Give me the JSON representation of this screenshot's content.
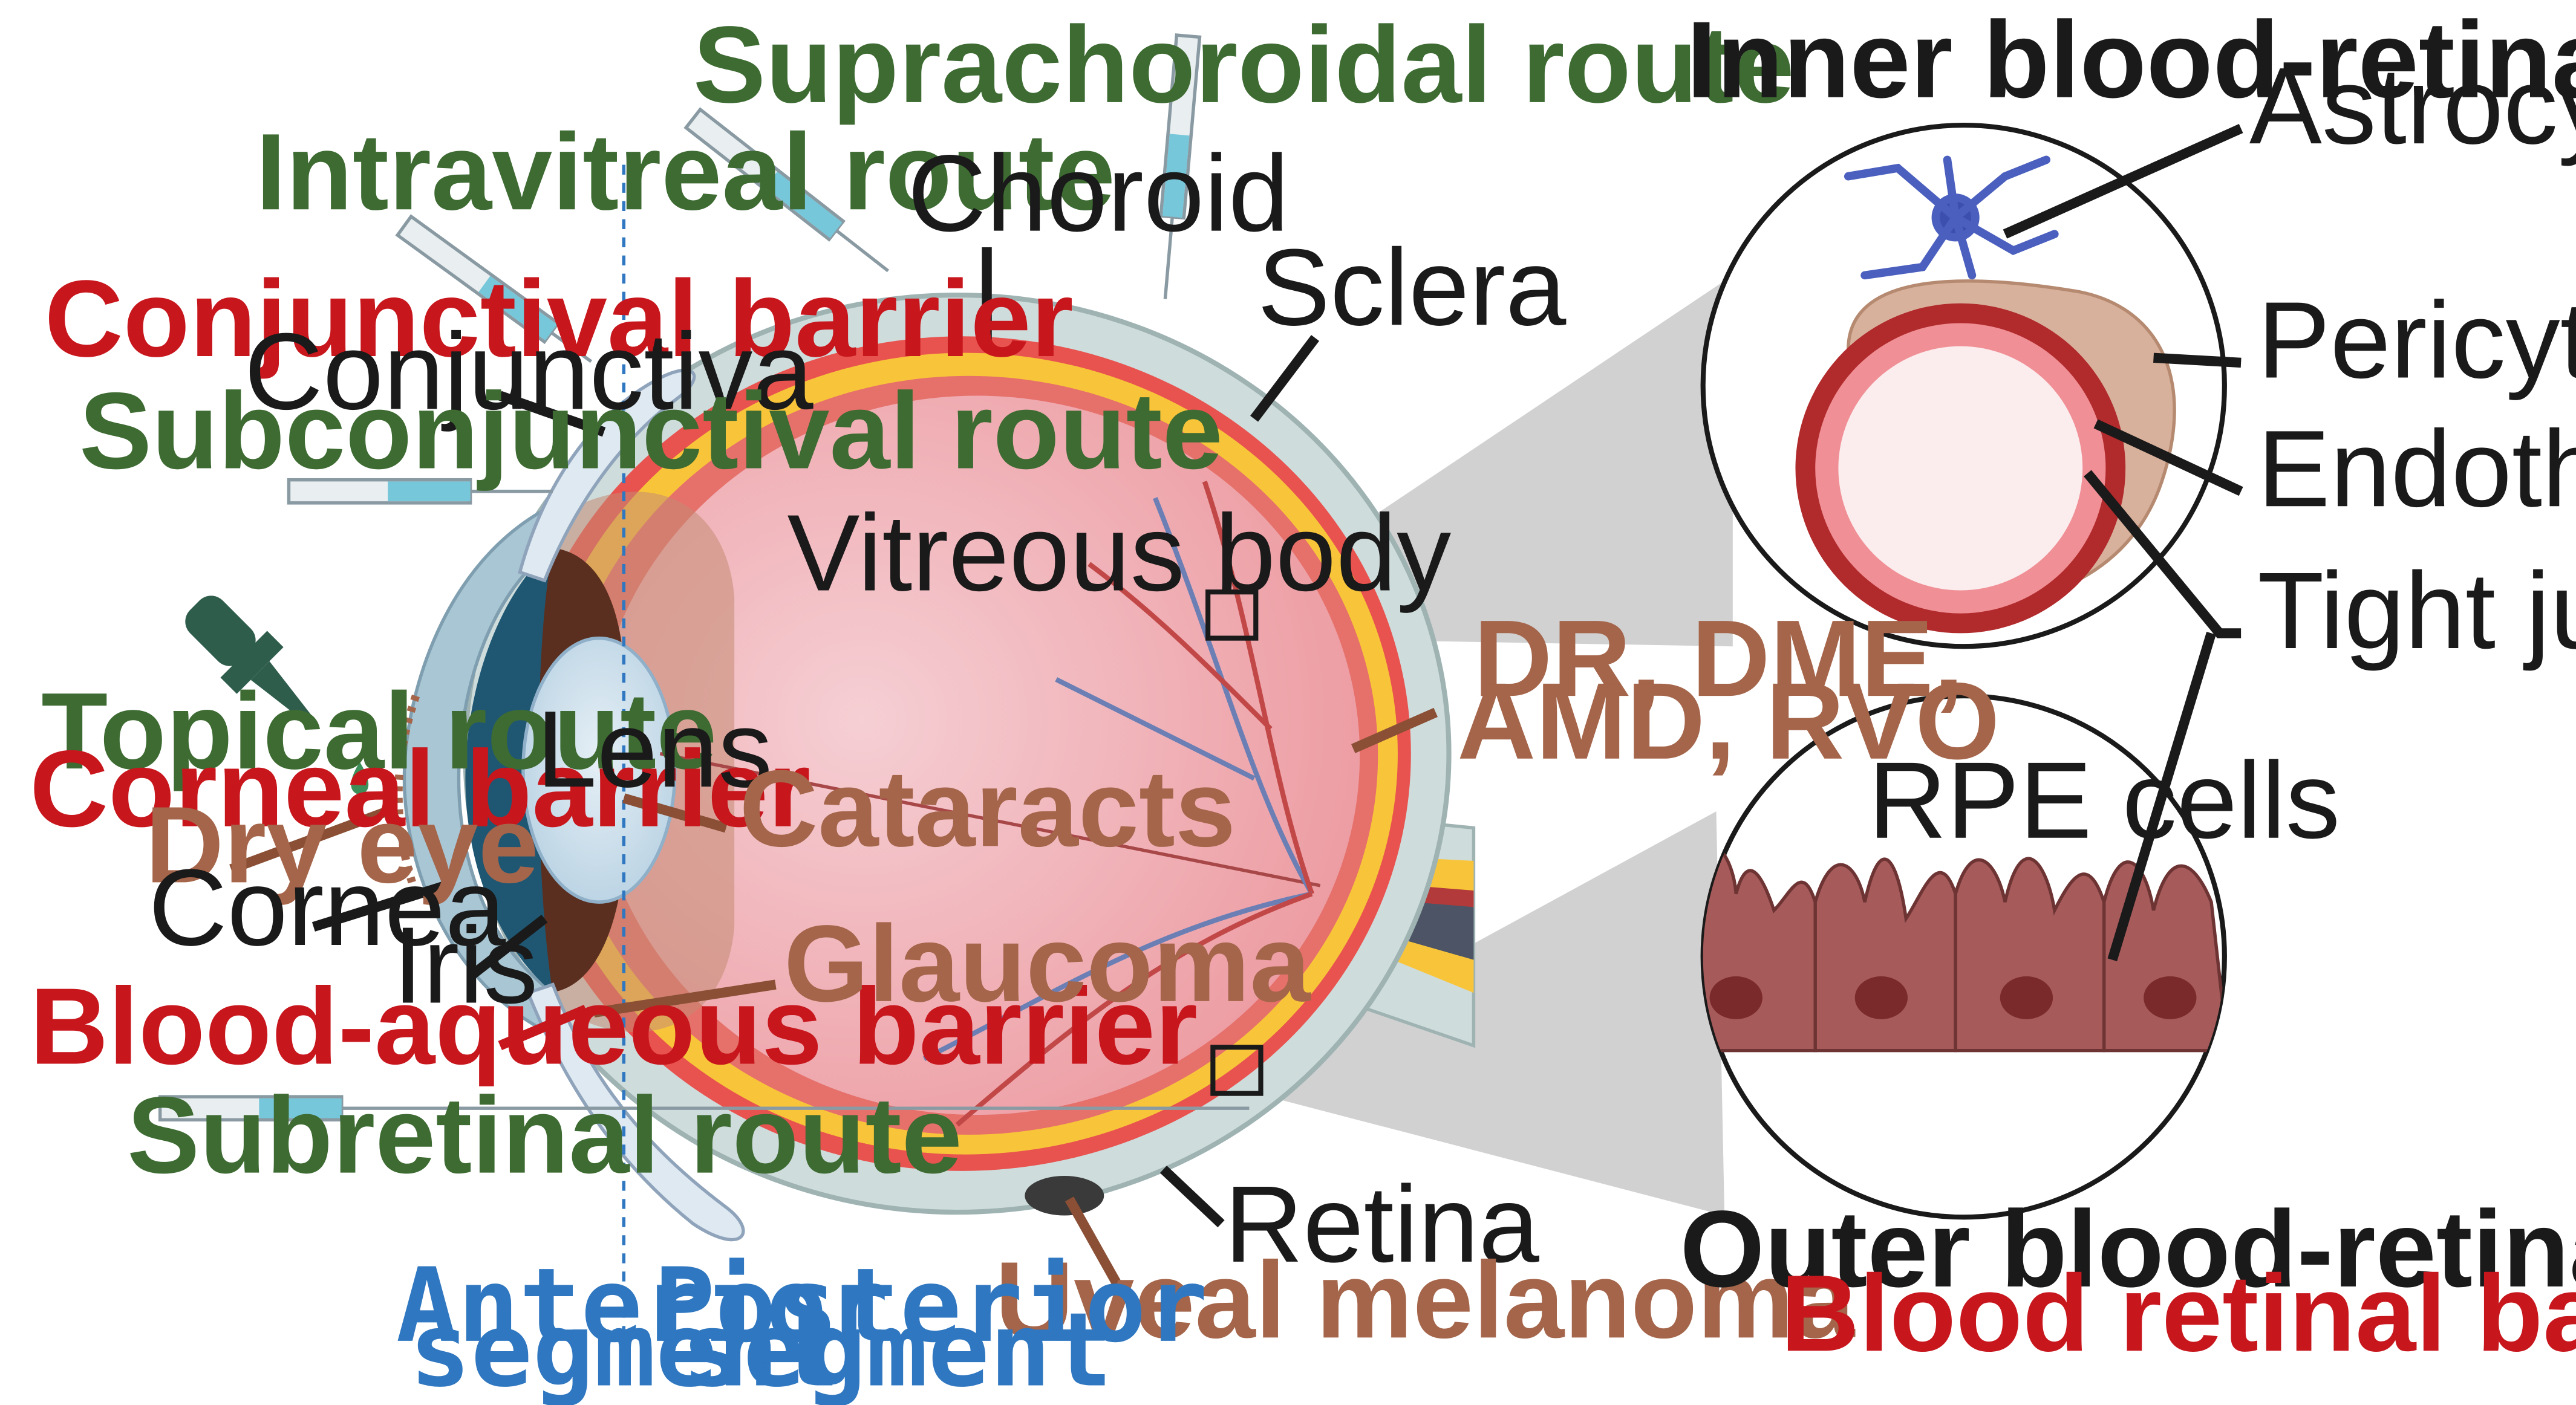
{
  "routes": {
    "suprachoroidal": "Suprachoroidal route",
    "intravitreal": "Intravitreal route",
    "subconjunctival": "Subconjunctival route",
    "topical": "Topical route",
    "subretinal": "Subretinal route"
  },
  "barriers": {
    "conjunctival": "Conjunctival barrier",
    "corneal": "Corneal barrier",
    "blood_aqueous": "Blood-aqueous barrier",
    "inner_brb": "Inner blood-retina barrier",
    "outer_brb": "Outer blood-retina barrier",
    "blood_retinal": "Blood retinal barrier"
  },
  "anatomy": {
    "choroid": "Choroid",
    "sclera": "Sclera",
    "conjunctiva": "Conjunctiva",
    "vitreous_body": "Vitreous body",
    "lens": "Lens",
    "cornea": "Cornea",
    "iris": "Iris",
    "retina": "Retina"
  },
  "diseases": {
    "dr_line1": "DR, DME,",
    "dr_line2": "AMD, RVO",
    "cataracts": "Cataracts",
    "dry_eye": "Dry eye",
    "glaucoma": "Glaucoma",
    "uveal_melanoma": "Uveal melanoma"
  },
  "segments": {
    "anterior_line1": "Anterior",
    "anterior_line2": "segment",
    "posterior_line1": "Posterior",
    "posterior_line2": "segment"
  },
  "inset": {
    "astrocyte": "Astrocyte",
    "pericyte": "Pericyte",
    "endothelial_cell": "Endothelial cell",
    "tight_junction": "Tight junction",
    "rpe_cells": "RPE cells"
  },
  "colors": {
    "route_green": "#3d6b32",
    "barrier_red": "#c8161d",
    "disease_brown": "#a5654a",
    "segment_blue": "#2f77c0",
    "sclera": "#cfdcdc",
    "choroid": "#e8534f",
    "retina_yellow": "#f8c53a",
    "vitreous": "#f0a7a9"
  }
}
